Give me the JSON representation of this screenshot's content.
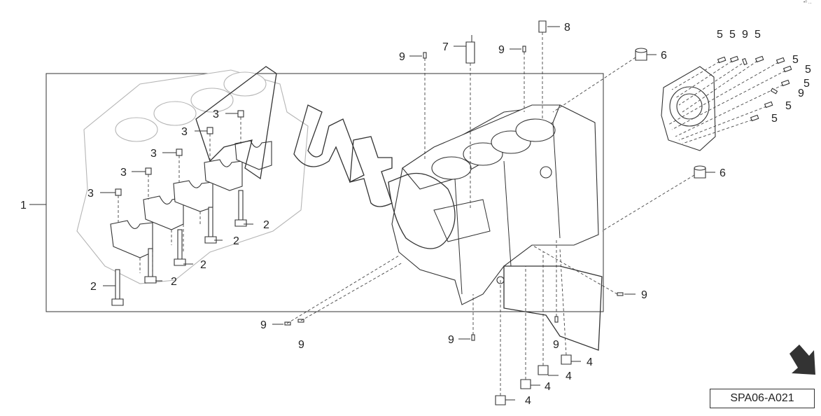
{
  "diagram": {
    "reference_code": "SPA06-A021",
    "corner_mark": "•ᴼ ...",
    "callouts": {
      "c1": "1",
      "c2a": "2",
      "c2b": "2",
      "c2c": "2",
      "c2d": "2",
      "c2e": "2",
      "c3a": "3",
      "c3b": "3",
      "c3c": "3",
      "c3d": "3",
      "c3e": "3",
      "c4a": "4",
      "c4b": "4",
      "c4c": "4",
      "c4d": "4",
      "c5a": "5",
      "c5b": "5",
      "c5c": "5",
      "c5d": "5",
      "c5e": "5",
      "c5f": "5",
      "c5g": "5",
      "c5h": "5",
      "c6a": "6",
      "c6b": "6",
      "c7": "7",
      "c8": "8",
      "c9a": "9",
      "c9b": "9",
      "c9c": "9",
      "c9d": "9",
      "c9e": "9",
      "c9f": "9",
      "c9g": "9",
      "c9h": "9",
      "c9i": "9"
    },
    "colors": {
      "line": "#333333",
      "ghost": "#b5b5b5",
      "background": "#ffffff"
    },
    "icons": {
      "direction_arrow": "arrow-down-right-icon"
    }
  }
}
